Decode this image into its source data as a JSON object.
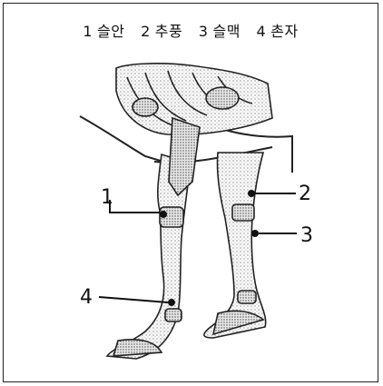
{
  "legend": [
    {
      "num": "1",
      "label": "슬안"
    },
    {
      "num": "2",
      "label": "추풍"
    },
    {
      "num": "3",
      "label": "슬맥"
    },
    {
      "num": "4",
      "label": "촌자"
    }
  ],
  "callouts": {
    "c1": "1",
    "c2": "2",
    "c3": "3",
    "c4": "4"
  }
}
